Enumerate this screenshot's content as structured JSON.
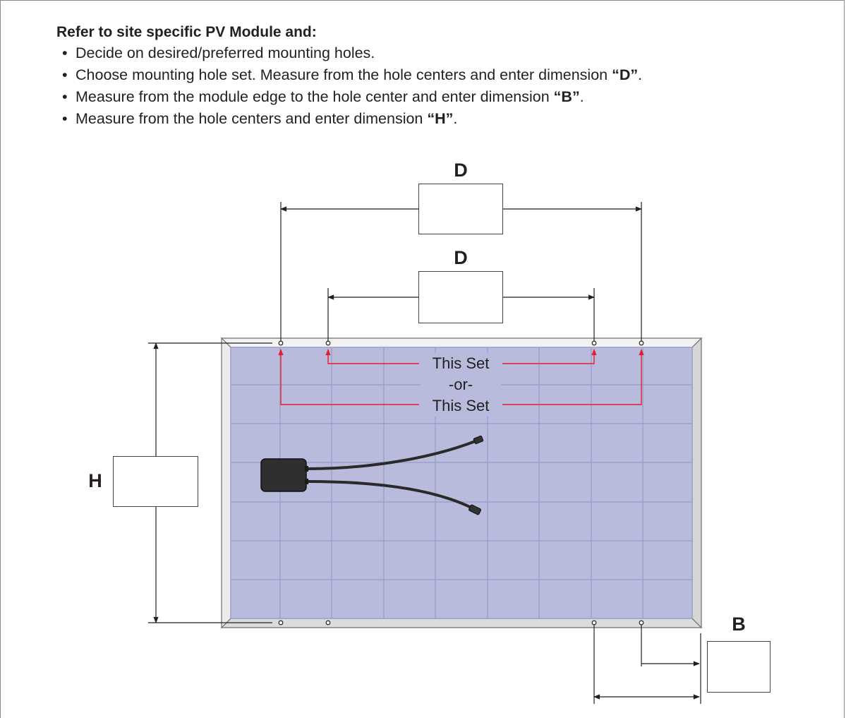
{
  "instructions": {
    "heading": "Refer to site specific PV Module and:",
    "bullets": [
      {
        "prefix": "Decide on desired/preferred mounting holes.",
        "highlight": "",
        "suffix": ""
      },
      {
        "prefix": "Choose mounting hole set. Measure from the hole centers and enter dimension ",
        "highlight": "“D”",
        "suffix": "."
      },
      {
        "prefix": "Measure from the module edge to the hole center and enter dimension ",
        "highlight": "“B”",
        "suffix": "."
      },
      {
        "prefix": "Measure from the hole centers and enter dimension ",
        "highlight": "“H”",
        "suffix": "."
      }
    ]
  },
  "diagram": {
    "label_d_outer": "D",
    "label_d_inner": "D",
    "label_h": "H",
    "label_b": "B",
    "set_label_inner": "This Set",
    "set_label_or": "-or-",
    "set_label_outer": "This Set",
    "input_d_outer": "",
    "input_d_inner": "",
    "input_h": "",
    "input_b": ""
  },
  "colors": {
    "panel_fill": "#b9bbdc",
    "panel_grid": "#9a9fcc",
    "frame_fill": "#e8e8e8",
    "set_line": "#e2202a",
    "dimension_line": "#231f20",
    "junction_box": "#2f2f2f"
  },
  "icons": [
    "junction-box-icon",
    "connector-icon",
    "mounting-hole-icon",
    "arrow-icon"
  ]
}
